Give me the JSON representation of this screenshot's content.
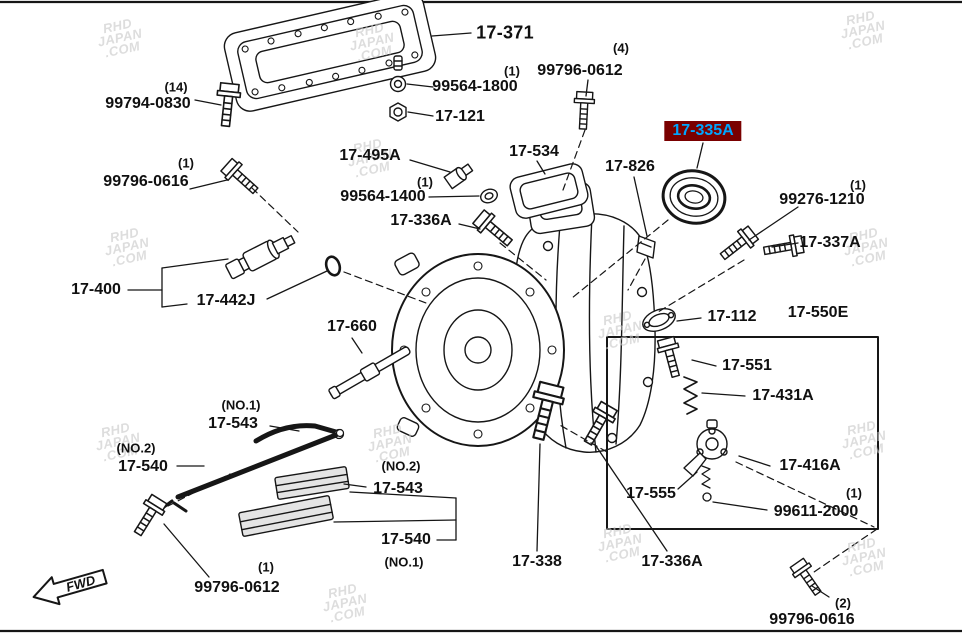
{
  "page": {
    "background": "#ffffff",
    "line_color": "#161616"
  },
  "watermark": {
    "line1": "RHD",
    "line2": "JAPAN",
    "line3": ".COM"
  },
  "fwd": {
    "label": "FWD"
  },
  "highlight": {
    "background": "#7a0000",
    "text_color": "#00a6ff"
  },
  "callouts": [
    {
      "number": "17-371"
    },
    {
      "qty": "(14)",
      "number": "99794-0830"
    },
    {
      "qty": "(1)",
      "number": "99564-1800"
    },
    {
      "number": "17-121"
    },
    {
      "qty": "(4)",
      "number": "99796-0612"
    },
    {
      "number": "17-495A"
    },
    {
      "number": "17-534"
    },
    {
      "qty": "(1)",
      "number": "99796-0616"
    },
    {
      "qty": "(1)",
      "number": "99564-1400"
    },
    {
      "number": "17-826"
    },
    {
      "number": "17-335A",
      "highlighted": true
    },
    {
      "qty": "(1)",
      "number": "99276-1210"
    },
    {
      "number": "17-336A"
    },
    {
      "number": "17-337A"
    },
    {
      "number": "17-400"
    },
    {
      "number": "17-442J"
    },
    {
      "number": "17-112"
    },
    {
      "number": "17-550E"
    },
    {
      "number": "17-660"
    },
    {
      "number": "17-551"
    },
    {
      "number": "17-431A"
    },
    {
      "qty": "(NO.1)",
      "number": "17-543"
    },
    {
      "qty": "(NO.2)",
      "number": "17-540"
    },
    {
      "number": "17-416A"
    },
    {
      "qty": "(NO.2)",
      "number": "17-543"
    },
    {
      "number": "17-555"
    },
    {
      "qty": "(1)",
      "number": "99611-2000"
    },
    {
      "number": "17-540",
      "qty": "(NO.1)"
    },
    {
      "number": "17-338"
    },
    {
      "qty": "(1)",
      "number": "99796-0612"
    },
    {
      "number": "17-336A"
    },
    {
      "qty": "(2)",
      "number": "99796-0616"
    }
  ]
}
